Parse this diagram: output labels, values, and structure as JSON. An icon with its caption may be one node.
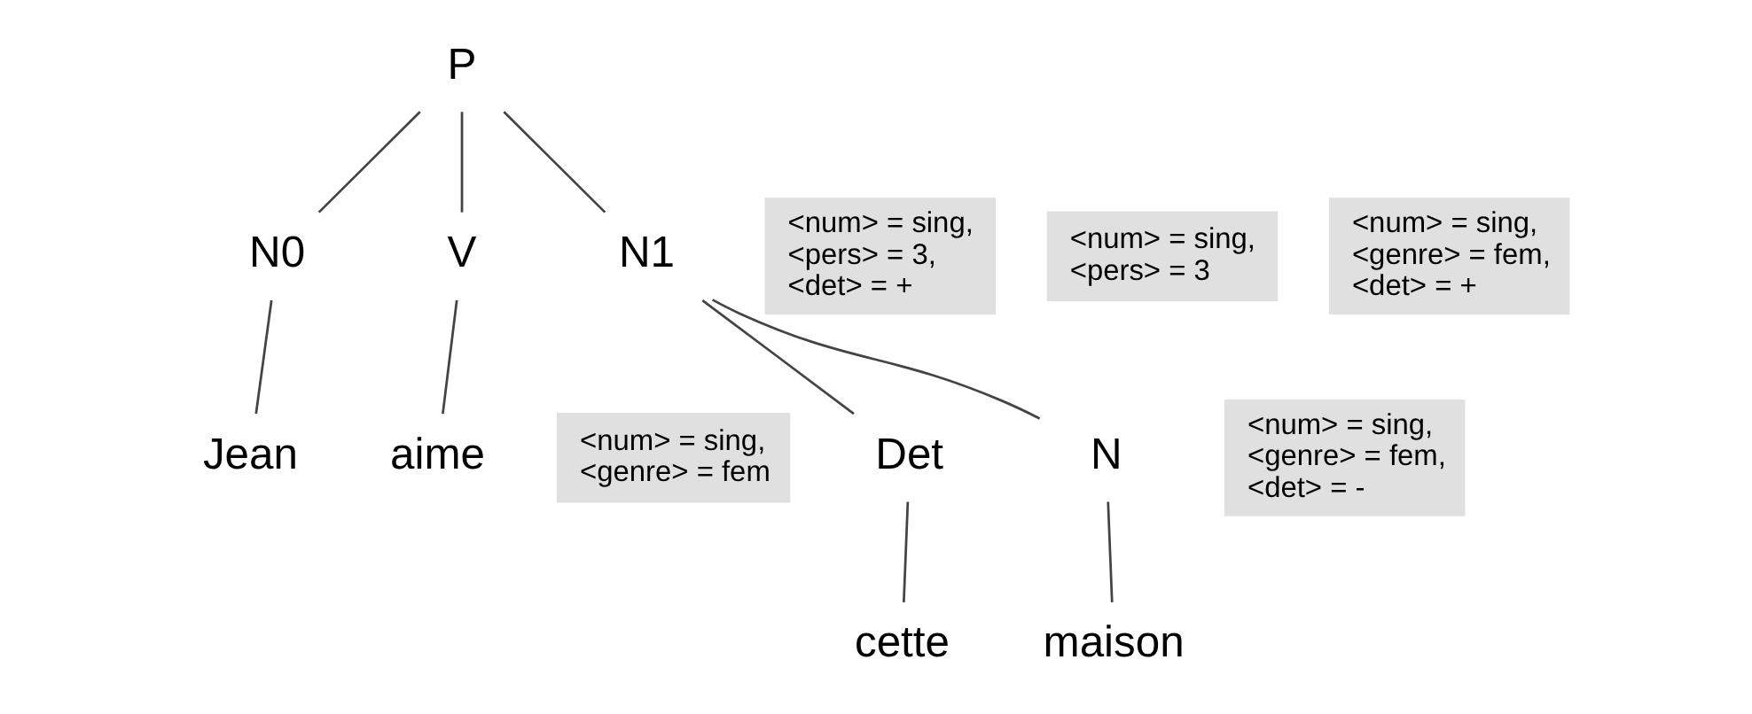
{
  "diagram": {
    "nodes": [
      {
        "text": [
          "P"
        ]
      },
      {
        "text": [
          "N0"
        ]
      },
      {
        "text": [
          "<num> = sing, <pers> = 3, <det> = +"
        ]
      },
      {
        "text": [
          "V"
        ]
      },
      {
        "text": [
          "<num> = sing, <pers> = 3"
        ]
      },
      {
        "text": [
          "N1"
        ]
      },
      {
        "text": [
          "<num> = sing, <genre> = fem, <det> = +"
        ]
      },
      {
        "text": [
          "Jean"
        ]
      },
      {
        "text": [
          "aime"
        ]
      },
      {
        "text": [
          "<num> = sing, <genre> = fem"
        ]
      },
      {
        "text": [
          "Det"
        ]
      },
      {
        "text": [
          "N"
        ]
      },
      {
        "text": [
          "<num> = sing, <genre> = fem, <det> = -"
        ]
      },
      {
        "text": [
          "cette"
        ]
      },
      {
        "text": [
          "maison"
        ]
      }
    ],
    "edges": [
      {
        "from": 0,
        "to": 1,
        "arrow": "none"
      },
      {
        "from": 0,
        "to": 3,
        "arrow": "none"
      },
      {
        "from": 0,
        "to": 5,
        "arrow": "none"
      },
      {
        "from": 1,
        "to": 7,
        "arrow": "none"
      },
      {
        "from": 3,
        "to": 8,
        "arrow": "none"
      },
      {
        "from": 5,
        "to": 10,
        "arrow": "none"
      },
      {
        "from": 5,
        "to": 11,
        "arrow": "none"
      },
      {
        "from": 10,
        "to": 13,
        "arrow": "none"
      },
      {
        "from": 11,
        "to": 14,
        "arrow": "none"
      }
    ]
  }
}
